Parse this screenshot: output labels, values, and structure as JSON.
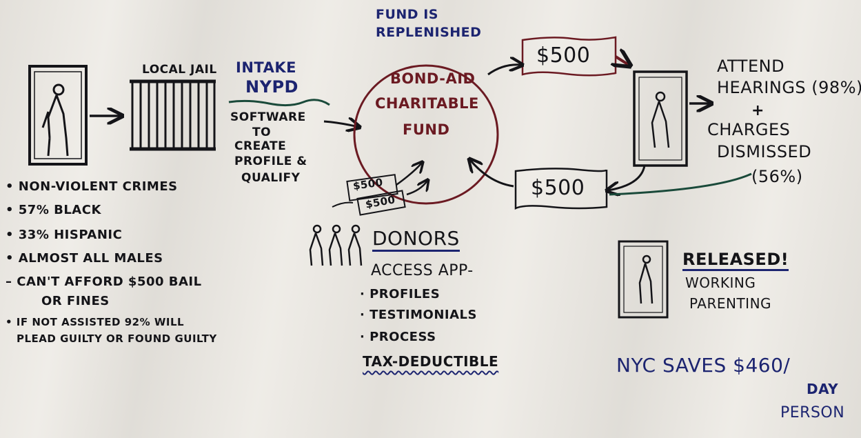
{
  "colors": {
    "ink_black": "#141418",
    "ink_blue": "#1c2470",
    "ink_red": "#6b1a22",
    "paper": "#ece9e3"
  },
  "jail": {
    "label": "LOCAL JAIL"
  },
  "intake": {
    "title_line1": "INTAKE",
    "title_line2": "NYPD",
    "lines": [
      "SOFTWARE",
      "TO",
      "CREATE",
      "PROFILE &",
      "QUALIFY"
    ]
  },
  "fund": {
    "note_line1": "FUND IS",
    "note_line2": "REPLENISHED",
    "lines": [
      "BOND-AID",
      "CHARITABLE",
      "FUND"
    ]
  },
  "payments": {
    "out_amount": "$500",
    "return_amount": "$500",
    "donation_1": "$500",
    "donation_2": "$500"
  },
  "outcome": {
    "lines": [
      "ATTEND",
      "HEARINGS (98%)",
      "+",
      "CHARGES",
      "DISMISSED",
      "(56%)"
    ]
  },
  "stats": {
    "items": [
      "• NON-VIOLENT CRIMES",
      "• 57% BLACK",
      "• 33% HISPANIC",
      "• ALMOST ALL MALES",
      "– CAN'T AFFORD $500 BAIL",
      "OR FINES",
      "• IF NOT ASSISTED 92% WILL",
      "PLEAD GUILTY OR FOUND GUILTY"
    ]
  },
  "donors": {
    "title": "DONORS",
    "access": "ACCESS APP-",
    "items": [
      "· PROFILES",
      "· TESTIMONIALS",
      "· PROCESS"
    ],
    "tax": "TAX-DEDUCTIBLE"
  },
  "released": {
    "title": "RELEASED!",
    "line1": "WORKING",
    "line2": "PARENTING"
  },
  "savings": {
    "line1": "NYC SAVES $460/",
    "line2": "DAY",
    "line3": "PERSON"
  }
}
